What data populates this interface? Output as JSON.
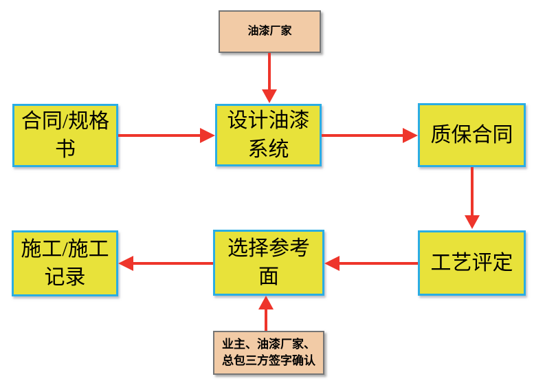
{
  "colors": {
    "box_yellow": "#e8e23a",
    "border_cyan": "#2aade4",
    "box_tan": "#f2cba6",
    "border_gray": "#757575",
    "arrow_red": "#ee352b",
    "text_color": "#000000",
    "bg": "#ffffff"
  },
  "nodes": {
    "paint_manufacturer": {
      "label": "油漆厂家"
    },
    "contract_spec": {
      "label": "合同/规格\n书"
    },
    "design_paint_system": {
      "label": "设计油漆\n系统"
    },
    "warranty_contract": {
      "label": "质保合同"
    },
    "process_qualification": {
      "label": "工艺评定"
    },
    "select_reference": {
      "label": "选择参考\n面"
    },
    "construction_record": {
      "label": "施工/施工\n记录"
    },
    "signature_confirmation": {
      "label": "业主、油漆厂家、\n总包三方签字确认"
    }
  },
  "edges": [
    {
      "from": "paint_manufacturer",
      "to": "design_paint_system",
      "direction": "down"
    },
    {
      "from": "contract_spec",
      "to": "design_paint_system",
      "direction": "right"
    },
    {
      "from": "design_paint_system",
      "to": "warranty_contract",
      "direction": "right"
    },
    {
      "from": "warranty_contract",
      "to": "process_qualification",
      "direction": "down"
    },
    {
      "from": "process_qualification",
      "to": "select_reference",
      "direction": "left"
    },
    {
      "from": "select_reference",
      "to": "construction_record",
      "direction": "left"
    },
    {
      "from": "signature_confirmation",
      "to": "select_reference",
      "direction": "up"
    }
  ]
}
